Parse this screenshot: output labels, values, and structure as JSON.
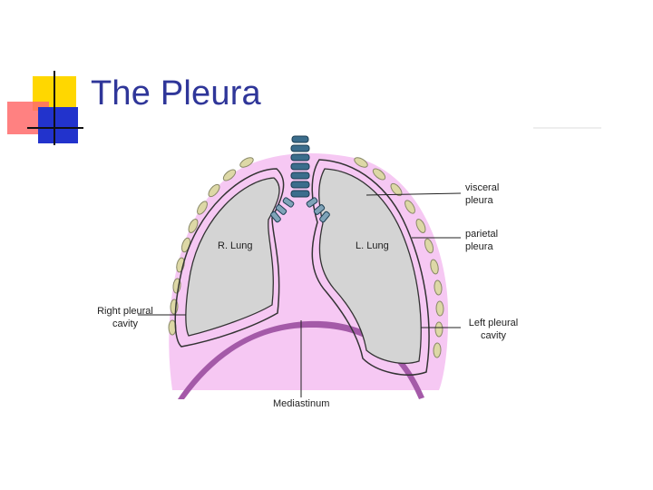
{
  "slide": {
    "title": "The Pleura"
  },
  "diagram": {
    "lung_labels": {
      "right": "R. Lung",
      "left": "L. Lung"
    },
    "callouts": {
      "visceral": [
        "visceral",
        "pleura"
      ],
      "parietal": [
        "parietal",
        "pleura"
      ],
      "right_cavity": [
        "Right pleural",
        "cavity"
      ],
      "left_cavity": [
        "Left pleural",
        "cavity"
      ],
      "mediastinum": "Mediastinum"
    },
    "colors": {
      "pleural_fill": "#f6c8f3",
      "lung_fill": "#d4d4d4",
      "diaphragm": "#a45aa8",
      "rib": "#ddd8a6",
      "trachea": "#3b6d8c",
      "title": "#2f3699"
    }
  }
}
